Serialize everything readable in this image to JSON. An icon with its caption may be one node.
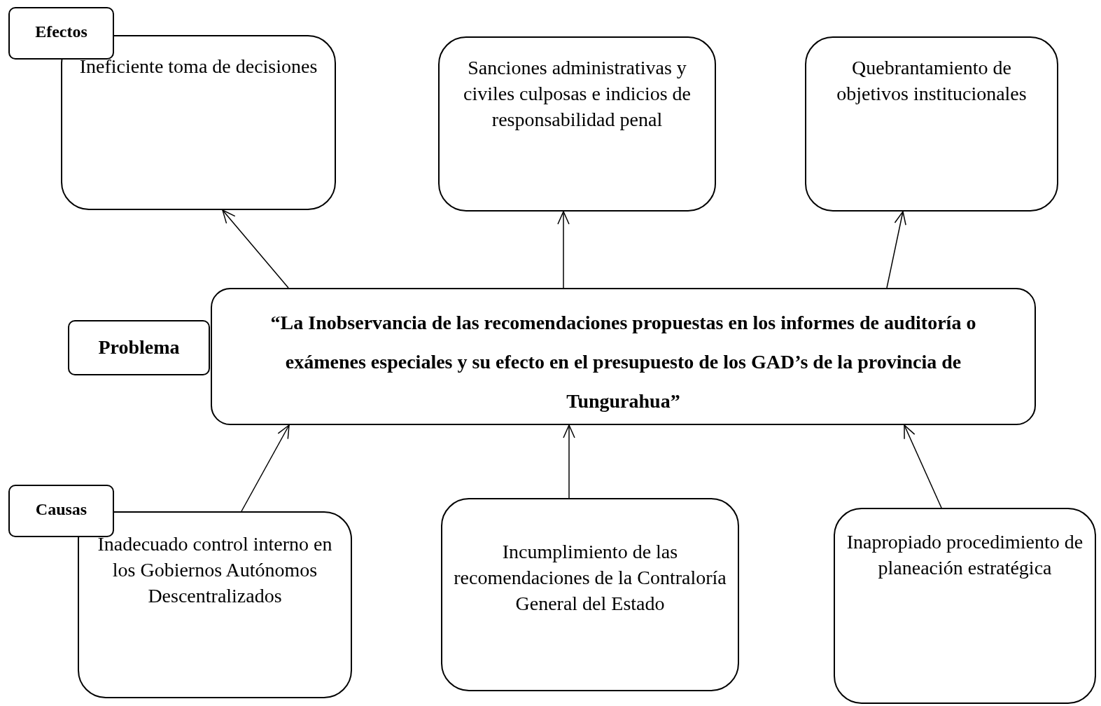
{
  "diagram": {
    "nodes": [
      {
        "text": [
          "Efectos"
        ]
      },
      {
        "text": [
          "Ineficiente toma de decisiones"
        ]
      },
      {
        "text": [
          "Sanciones administrativas y civiles culposas e indicios de responsabilidad penal"
        ]
      },
      {
        "text": [
          "Quebrantamiento de objetivos institucionales"
        ]
      },
      {
        "text": [
          "Problema"
        ]
      },
      {
        "text": [
          "“La Inobservancia de las recomendaciones propuestas en los informes de auditoría o exámenes especiales y su efecto en el presupuesto de los GAD’s de la provincia de Tungurahua”"
        ]
      },
      {
        "text": [
          "Causas"
        ]
      },
      {
        "text": [
          "Inadecuado control interno en los Gobiernos Autónomos Descentralizados"
        ]
      },
      {
        "text": [
          "Incumplimiento de las recomendaciones de la Contraloría General del Estado"
        ]
      },
      {
        "text": [
          "Inapropiado procedimiento de planeación estratégica"
        ]
      }
    ],
    "edges": [
      {
        "from": 5,
        "to": 1,
        "arrow": "to"
      },
      {
        "from": 5,
        "to": 2,
        "arrow": "to"
      },
      {
        "from": 5,
        "to": 3,
        "arrow": "to"
      },
      {
        "from": 7,
        "to": 5,
        "arrow": "to"
      },
      {
        "from": 8,
        "to": 5,
        "arrow": "to"
      },
      {
        "from": 9,
        "to": 5,
        "arrow": "to"
      }
    ]
  }
}
